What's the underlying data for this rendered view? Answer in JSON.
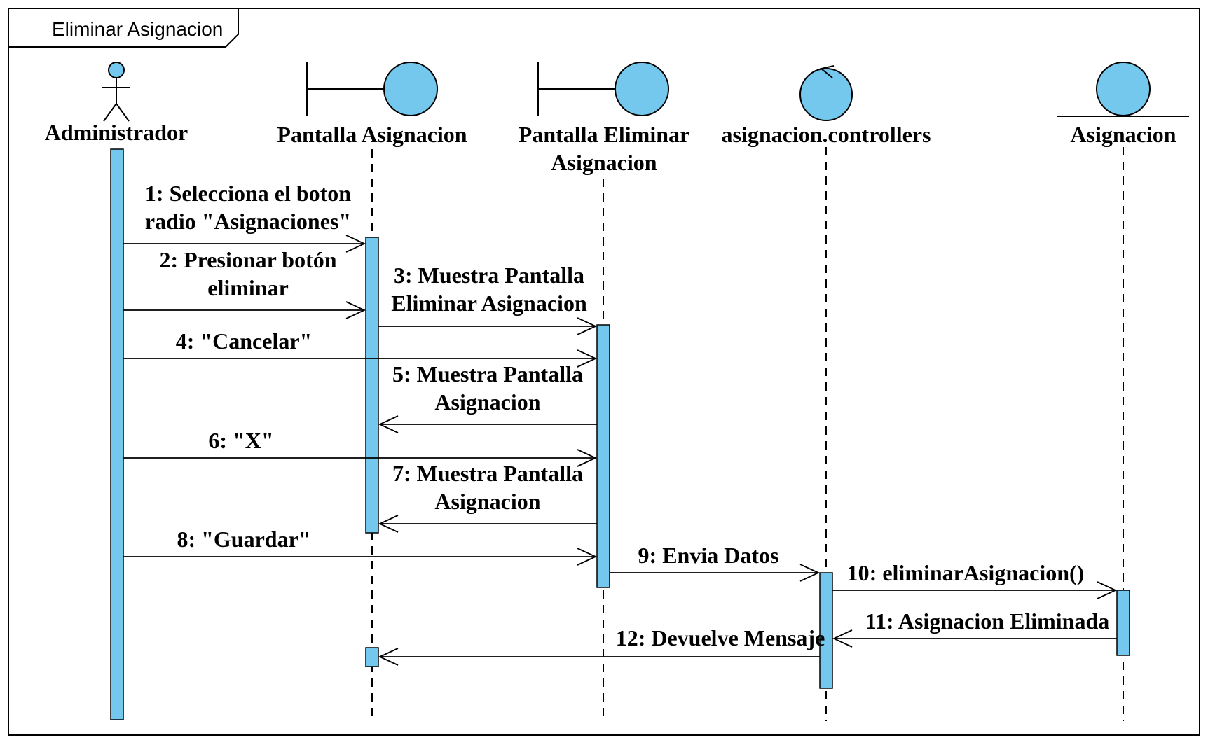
{
  "frame": {
    "title": "Eliminar Asignacion"
  },
  "colors": {
    "fill": "#74c8ee",
    "stroke": "#000000",
    "background": "#ffffff"
  },
  "lifelines": [
    {
      "id": "admin",
      "kind": "actor",
      "label_lines": [
        "Administrador"
      ]
    },
    {
      "id": "pa",
      "kind": "boundary",
      "label_lines": [
        "Pantalla Asignacion"
      ]
    },
    {
      "id": "pea",
      "kind": "boundary",
      "label_lines": [
        "Pantalla Eliminar",
        "Asignacion"
      ]
    },
    {
      "id": "ctrl",
      "kind": "control",
      "label_lines": [
        "asignacion.controllers"
      ]
    },
    {
      "id": "entity",
      "kind": "entity",
      "label_lines": [
        "Asignacion"
      ]
    }
  ],
  "messages": [
    {
      "from": "admin",
      "to": "pa",
      "label_lines": [
        "1: Selecciona el boton",
        "radio \"Asignaciones\""
      ]
    },
    {
      "from": "admin",
      "to": "pa",
      "label_lines": [
        "2: Presionar botón",
        "eliminar"
      ]
    },
    {
      "from": "pa",
      "to": "pea",
      "label_lines": [
        "3: Muestra Pantalla",
        "Eliminar Asignacion"
      ]
    },
    {
      "from": "admin",
      "to": "pea",
      "label_lines": [
        "4: \"Cancelar\""
      ]
    },
    {
      "from": "pea",
      "to": "pa",
      "label_lines": [
        "5: Muestra Pantalla",
        "Asignacion"
      ]
    },
    {
      "from": "admin",
      "to": "pea",
      "label_lines": [
        "6: \"X\""
      ]
    },
    {
      "from": "pea",
      "to": "pa",
      "label_lines": [
        "7: Muestra Pantalla",
        "Asignacion"
      ]
    },
    {
      "from": "admin",
      "to": "pea",
      "label_lines": [
        "8: \"Guardar\""
      ]
    },
    {
      "from": "pea",
      "to": "ctrl",
      "label_lines": [
        "9: Envia Datos"
      ]
    },
    {
      "from": "ctrl",
      "to": "entity",
      "label_lines": [
        "10: eliminarAsignacion()"
      ]
    },
    {
      "from": "entity",
      "to": "ctrl",
      "label_lines": [
        "11: Asignacion Eliminada"
      ]
    },
    {
      "from": "ctrl",
      "to": "pa",
      "label_lines": [
        "12: Devuelve Mensaje"
      ]
    }
  ]
}
